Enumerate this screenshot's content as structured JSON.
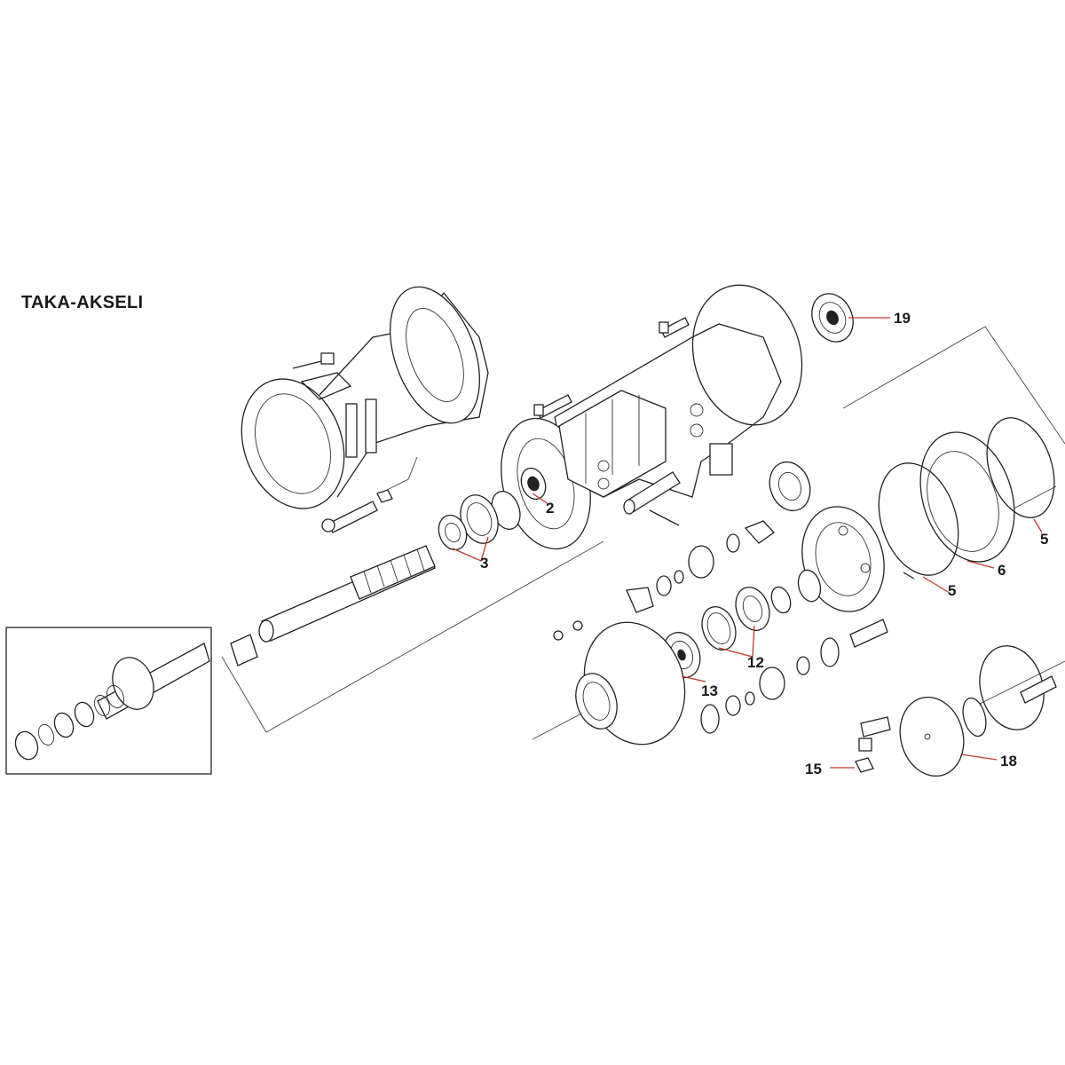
{
  "title": "TAKA-AKSELI",
  "callouts": [
    {
      "id": "c19",
      "text": "19"
    },
    {
      "id": "c2",
      "text": "2"
    },
    {
      "id": "c3",
      "text": "3"
    },
    {
      "id": "c5a",
      "text": "5"
    },
    {
      "id": "c5b",
      "text": "5"
    },
    {
      "id": "c6",
      "text": "6"
    },
    {
      "id": "c12",
      "text": "12"
    },
    {
      "id": "c13",
      "text": "13"
    },
    {
      "id": "c15",
      "text": "15"
    },
    {
      "id": "c18",
      "text": "18"
    }
  ],
  "colors": {
    "leader": "#c0392b",
    "line": "#222222",
    "background": "#ffffff"
  }
}
